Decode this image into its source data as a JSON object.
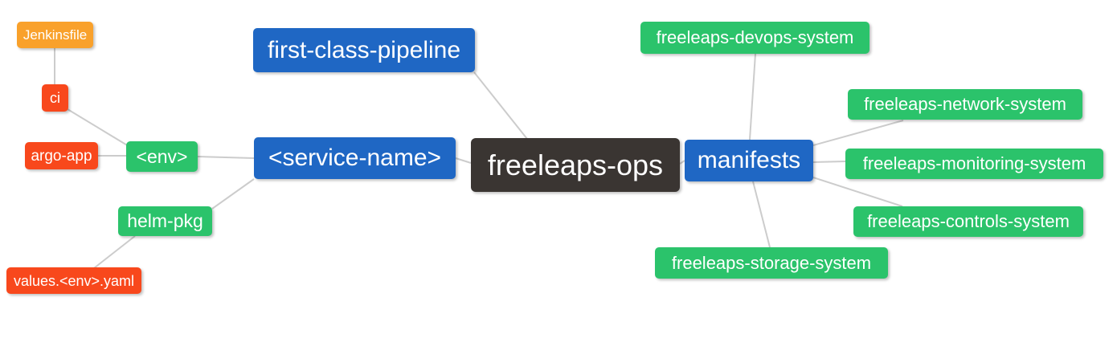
{
  "palette": {
    "root_bg": "#3A3532",
    "branch_bg": "#1F67C4",
    "green_bg": "#2BC36B",
    "red_bg": "#F8481C",
    "orange_bg": "#F9A12B",
    "edge_color": "#CCCCCC",
    "text_color": "#FFFFFF",
    "canvas_bg": "#FFFFFF"
  },
  "mindmap": {
    "root": {
      "label": "freeleaps-ops"
    },
    "nodes": {
      "first_class_pipeline": {
        "label": "first-class-pipeline"
      },
      "service_name": {
        "label": "<service-name>"
      },
      "env": {
        "label": "<env>"
      },
      "ci": {
        "label": "ci"
      },
      "jenkinsfile": {
        "label": "Jenkinsfile"
      },
      "argo_app": {
        "label": "argo-app"
      },
      "helm_pkg": {
        "label": "helm-pkg"
      },
      "values_env_yaml": {
        "label": "values.<env>.yaml"
      },
      "manifests": {
        "label": "manifests"
      },
      "devops_system": {
        "label": "freeleaps-devops-system"
      },
      "network_system": {
        "label": "freeleaps-network-system"
      },
      "monitoring_system": {
        "label": "freeleaps-monitoring-system"
      },
      "controls_system": {
        "label": "freeleaps-controls-system"
      },
      "storage_system": {
        "label": "freeleaps-storage-system"
      }
    },
    "connections": [
      [
        "freeleaps-ops",
        "first-class-pipeline"
      ],
      [
        "freeleaps-ops",
        "<service-name>"
      ],
      [
        "freeleaps-ops",
        "manifests"
      ],
      [
        "<service-name>",
        "<env>"
      ],
      [
        "<service-name>",
        "helm-pkg"
      ],
      [
        "<env>",
        "ci"
      ],
      [
        "<env>",
        "argo-app"
      ],
      [
        "ci",
        "Jenkinsfile"
      ],
      [
        "helm-pkg",
        "values.<env>.yaml"
      ],
      [
        "manifests",
        "freeleaps-devops-system"
      ],
      [
        "manifests",
        "freeleaps-network-system"
      ],
      [
        "manifests",
        "freeleaps-monitoring-system"
      ],
      [
        "manifests",
        "freeleaps-controls-system"
      ],
      [
        "manifests",
        "freeleaps-storage-system"
      ]
    ]
  }
}
